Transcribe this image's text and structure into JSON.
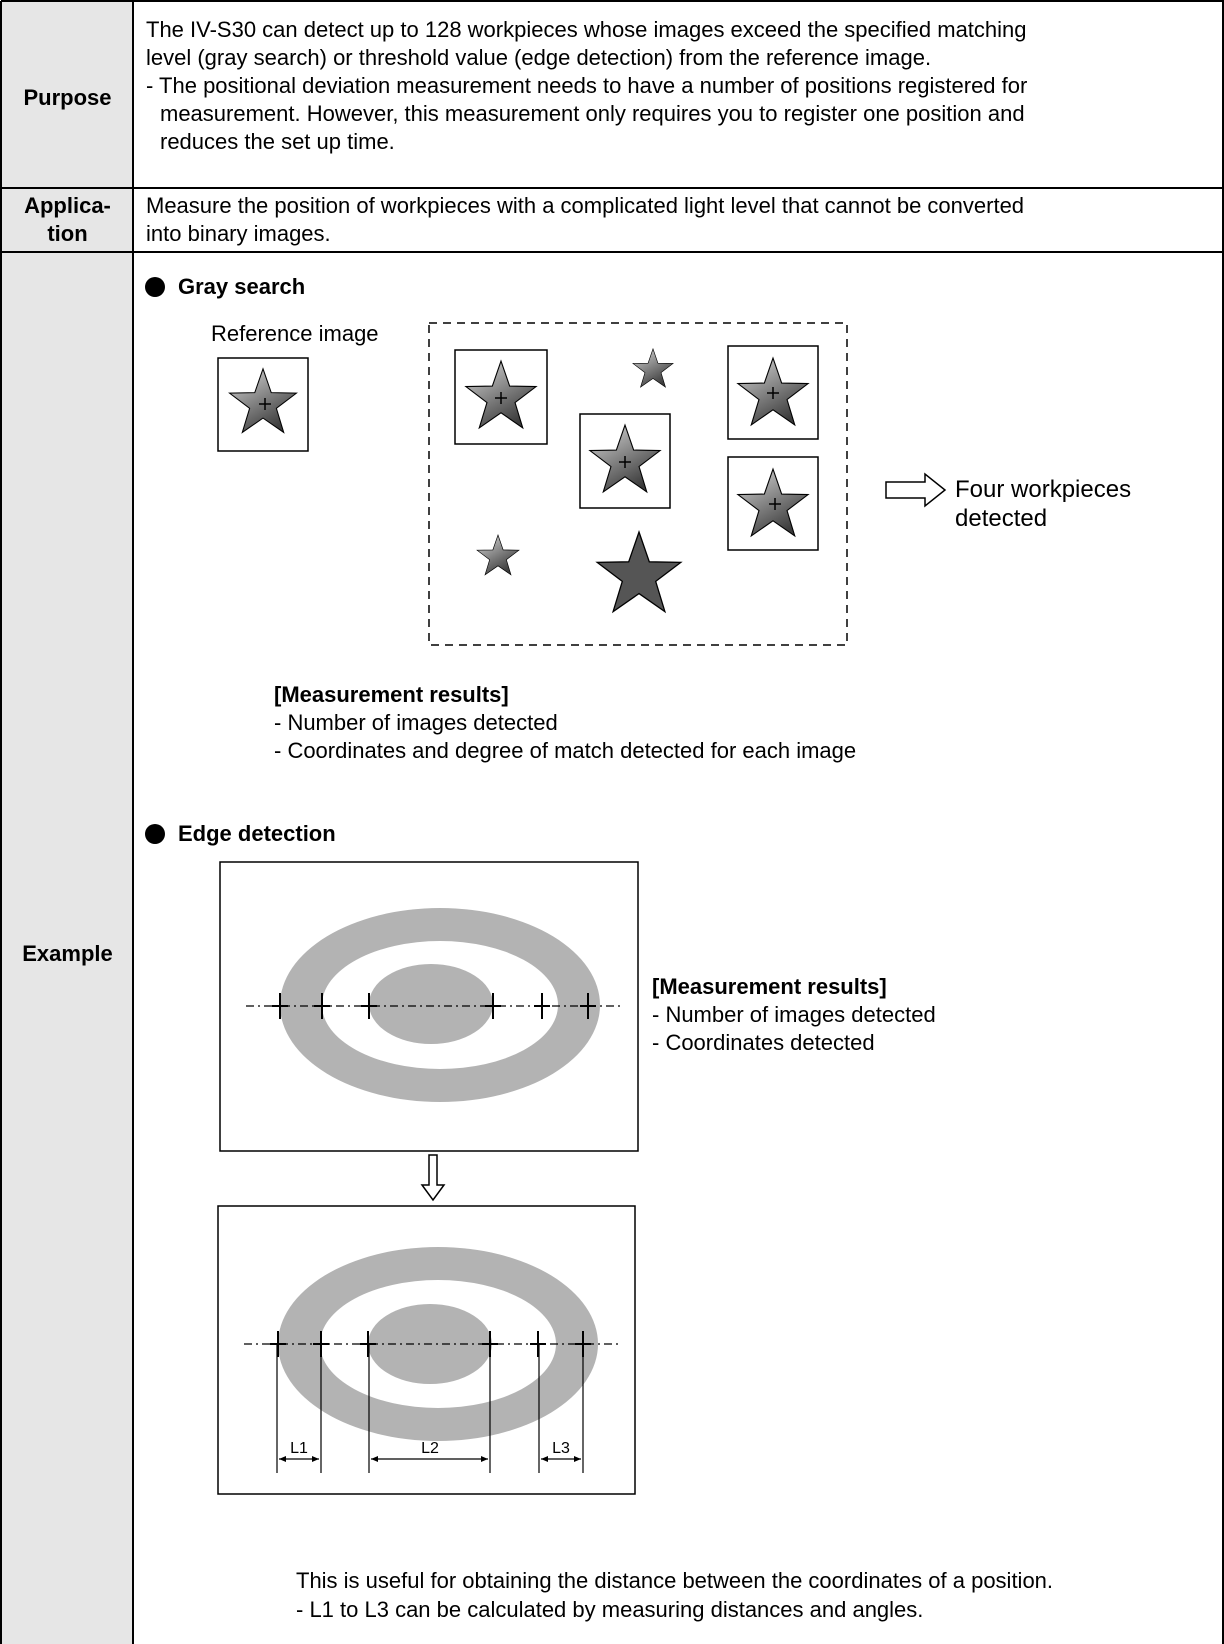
{
  "rows": {
    "purpose": {
      "label": "Purpose",
      "line1": "The IV-S30 can detect up to 128 workpieces whose images exceed the specified matching",
      "line2": "level (gray search) or threshold value (edge detection) from the reference image.",
      "line3": "- The positional deviation measurement needs to have a number of positions registered for",
      "line4": "measurement. However, this measurement only requires you to register one position and",
      "line5": "reduces the set up time."
    },
    "application": {
      "label_1": "Applica-",
      "label_2": "tion",
      "line1": "Measure the position of workpieces with a complicated light level that cannot be converted",
      "line2": "into binary images."
    },
    "example": {
      "label": "Example",
      "gray_search": {
        "heading": "Gray search",
        "reference_label": "Reference image",
        "result_label_1": "Four workpieces",
        "result_label_2": "detected",
        "results_heading": "[Measurement results]",
        "results": [
          "- Number of images detected",
          "- Coordinates and degree of match detected for each image"
        ]
      },
      "edge_detection": {
        "heading": "Edge detection",
        "results_heading": "[Measurement results]",
        "results": [
          "- Number of images detected",
          "- Coordinates detected"
        ],
        "distance_labels": [
          "L1",
          "L2",
          "L3"
        ],
        "note_1": "This is useful for obtaining the distance between the coordinates of a position.",
        "note_2": "- L1 to L3 can be calculated by measuring distances and angles."
      }
    }
  },
  "colors": {
    "label_bg": "#e6e6e6",
    "ring_gray": "#b3b3b3",
    "star_dark": "#555555"
  },
  "icons": [
    "bullet-icon",
    "star-icon",
    "arrow-right-icon",
    "arrow-down-icon",
    "crosshair-icon"
  ]
}
